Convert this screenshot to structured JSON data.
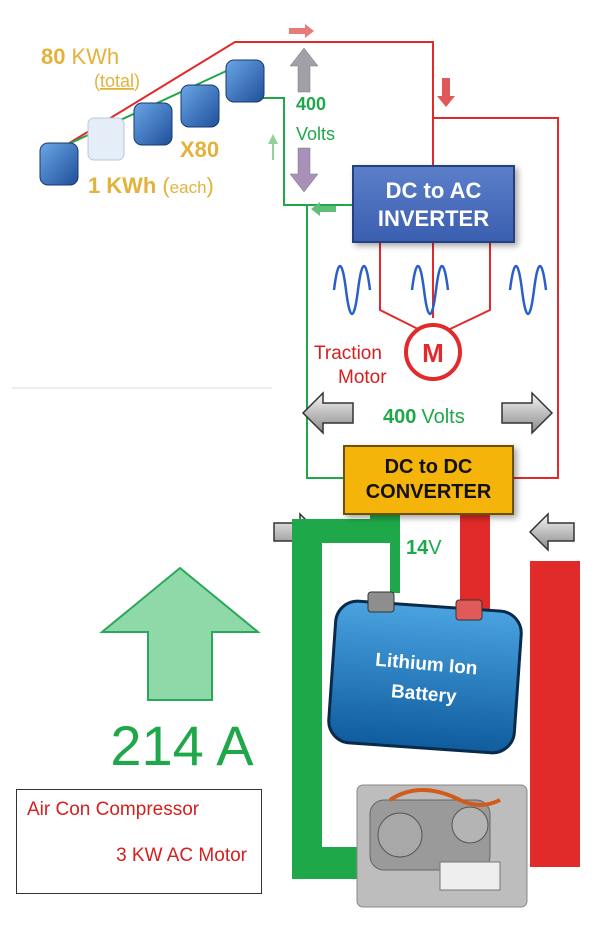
{
  "pack": {
    "total_value": "80",
    "total_unit": "KWh",
    "total_note": "total",
    "multiplier": "X80",
    "cell_value": "1",
    "cell_unit": "KWh",
    "cell_note": "each"
  },
  "bus": {
    "voltage_value": "400",
    "voltage_unit": "Volts",
    "bus_value": "400",
    "bus_unit": "Volts"
  },
  "inverter": {
    "line1": "DC to AC",
    "line2": "INVERTER"
  },
  "motor": {
    "label_line1": "Traction",
    "label_line2": "Motor",
    "symbol": "M"
  },
  "converter": {
    "line1": "DC to DC",
    "line2": "CONVERTER"
  },
  "low_voltage": {
    "value": "14",
    "unit": "V"
  },
  "battery": {
    "line1": "Lithium Ion",
    "line2": "Battery"
  },
  "current": {
    "value": "214 A"
  },
  "caption": {
    "line1": "Air Con Compressor",
    "line2": "3 KW AC Motor"
  },
  "colors": {
    "positive": "#e12a2a",
    "negative": "#1fa84a",
    "label_gold": "#e3b23a",
    "inverter_blue": "#3b5fb0",
    "converter_gold": "#f5b40a"
  }
}
